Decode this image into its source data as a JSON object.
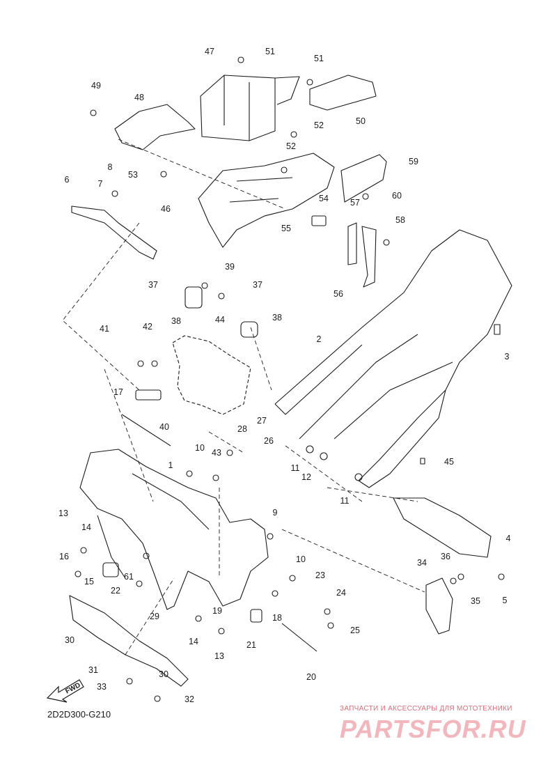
{
  "diagram_code": "2D2D300-G210",
  "fwd_label": "FWD",
  "watermark": {
    "tagline": "ЗАПЧАСТИ И АКСЕССУАРЫ ДЛЯ МОТОТЕХНИКИ",
    "logo": "PARTSFOR.RU"
  },
  "callouts": [
    "47",
    "51",
    "51",
    "49",
    "48",
    "50",
    "52",
    "52",
    "59",
    "8",
    "6",
    "7",
    "53",
    "60",
    "54",
    "46",
    "55",
    "57",
    "58",
    "39",
    "56",
    "37",
    "37",
    "38",
    "38",
    "44",
    "41",
    "42",
    "2",
    "3",
    "17",
    "40",
    "28",
    "27",
    "10",
    "26",
    "43",
    "11",
    "1",
    "12",
    "45",
    "11",
    "9",
    "13",
    "14",
    "4",
    "16",
    "61",
    "36",
    "34",
    "10",
    "15",
    "23",
    "22",
    "5",
    "35",
    "19",
    "24",
    "18",
    "29",
    "25",
    "14",
    "21",
    "30",
    "13",
    "31",
    "30",
    "20",
    "33",
    "32"
  ],
  "colors": {
    "line": "#1a1a1a",
    "paper": "#ffffff",
    "watermark": "#f2b6bd",
    "watermark_text": "#e06a78"
  }
}
